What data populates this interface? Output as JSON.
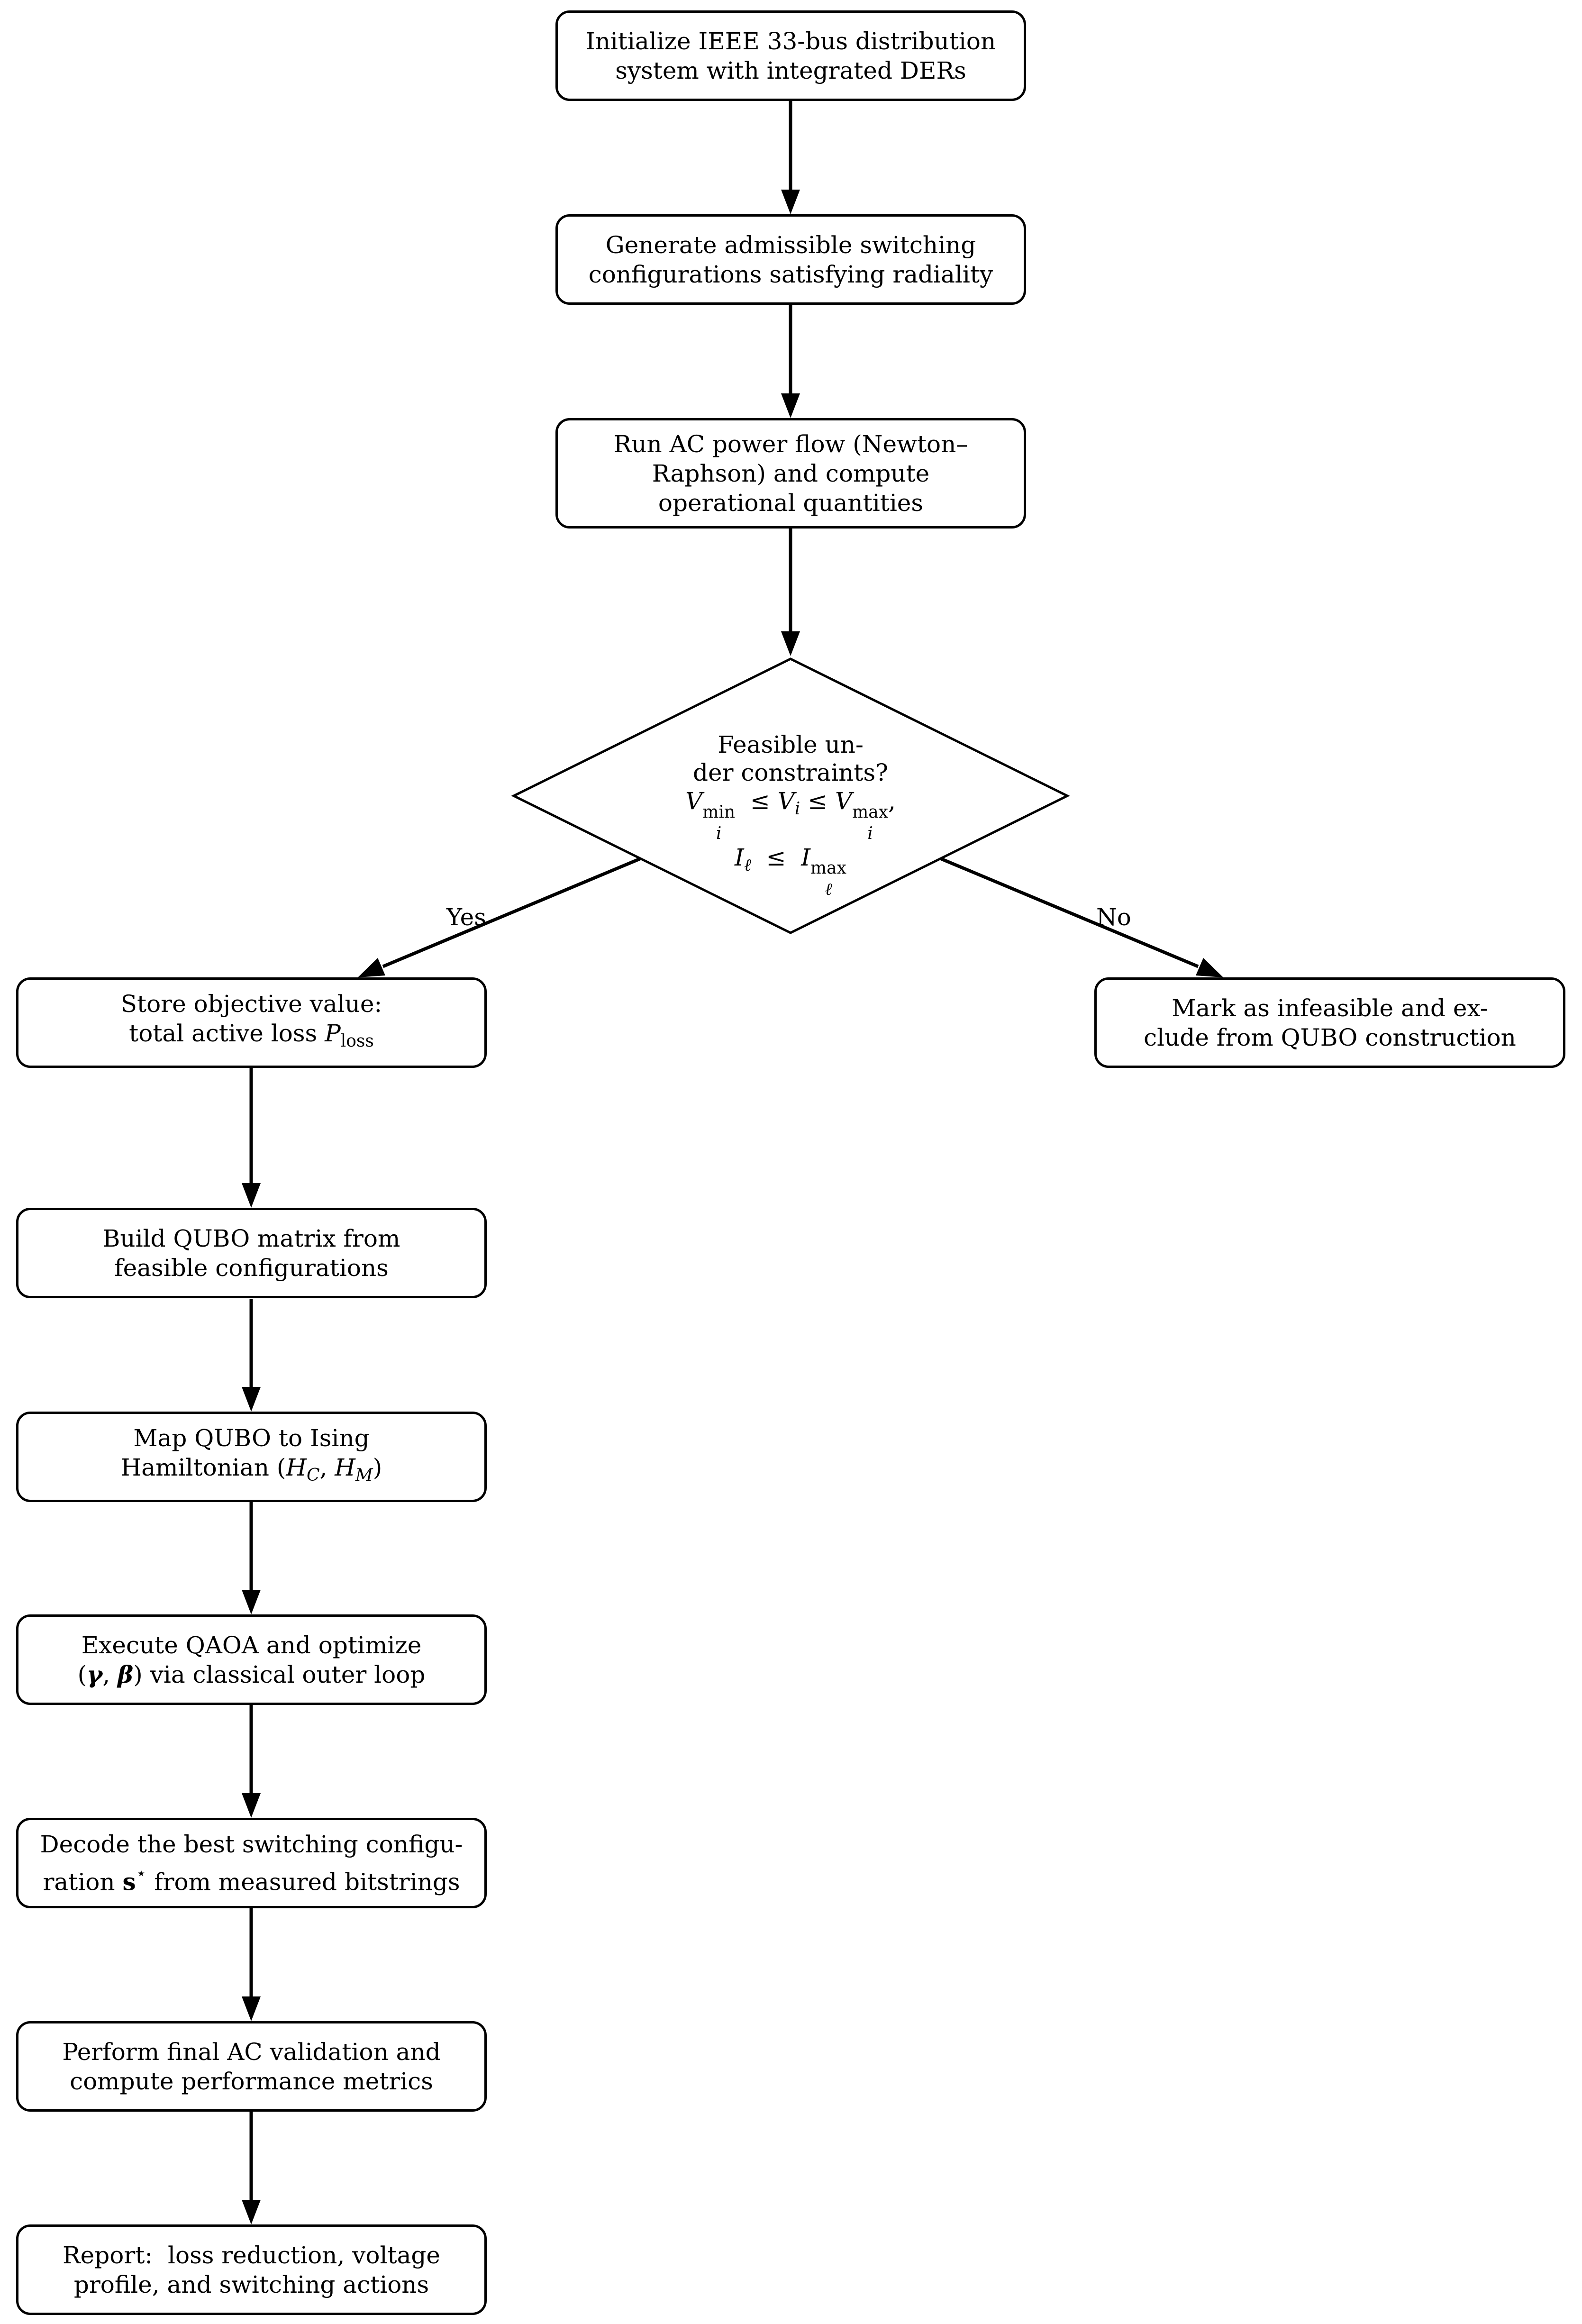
{
  "nodes": {
    "init": [
      "Initialize IEEE 33-bus distribution",
      "system with integrated DERs"
    ],
    "generate": [
      "Generate admissible switching",
      "configurations satisfying radiality"
    ],
    "powerflow": [
      "Run AC power flow (Newton–",
      "Raphson) and compute",
      "operational quantities"
    ],
    "decision": {
      "line1": "Feasible un-",
      "line2": "der constraints?",
      "v_min": "min",
      "v_max": "max",
      "i_max": "max"
    },
    "store": [
      "Store objective value:",
      "total active loss"
    ],
    "store_symbol": "P",
    "store_subscript": "loss",
    "infeasible": [
      "Mark as infeasible and ex-",
      "clude from QUBO construction"
    ],
    "qubo": [
      "Build QUBO matrix from",
      "feasible configurations"
    ],
    "ising": [
      "Map QUBO to Ising",
      "Hamiltonian"
    ],
    "qaoa": [
      "Execute QAOA and optimize",
      "via classical outer loop"
    ],
    "decode": [
      "Decode the best switching configu-",
      "ration",
      "from measured bitstrings"
    ],
    "validate": [
      "Perform final AC validation and",
      "compute performance metrics"
    ],
    "report": [
      "Report:  loss reduction, voltage",
      "profile, and switching actions"
    ]
  },
  "edge_labels": {
    "yes": "Yes",
    "no": "No"
  },
  "colors": {
    "stroke": "#000000",
    "fill": "#ffffff"
  }
}
